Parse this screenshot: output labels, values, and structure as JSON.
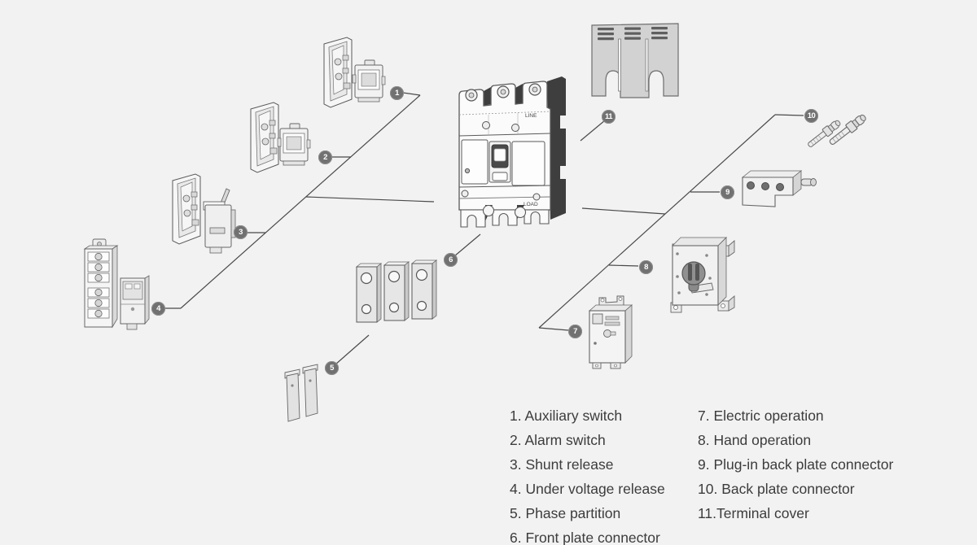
{
  "diagram": {
    "breaker": {
      "line_label": "LINE",
      "load_label": "LOAD"
    }
  },
  "callouts": [
    {
      "number": "1"
    },
    {
      "number": "2"
    },
    {
      "number": "3"
    },
    {
      "number": "4"
    },
    {
      "number": "5"
    },
    {
      "number": "6"
    },
    {
      "number": "7"
    },
    {
      "number": "8"
    },
    {
      "number": "9"
    },
    {
      "number": "10"
    },
    {
      "number": "11"
    }
  ],
  "legend": {
    "column1": [
      "1. Auxiliary switch",
      "2. Alarm switch",
      "3. Shunt release",
      "4. Under voltage release",
      "5. Phase partition",
      "6. Front plate connector"
    ],
    "column2": [
      "7. Electric operation",
      "8. Hand operation",
      "9. Plug-in back plate connector",
      "10. Back plate connector",
      "11.Terminal cover"
    ]
  },
  "colors": {
    "background": "#f2f2f2",
    "leader_line": "#4a4a4a",
    "callout_fill": "#717171",
    "callout_number": "#ffffff",
    "legend_text": "#3c3c3c",
    "outline": "#5a5a5a",
    "dark_face": "#3e3e3e"
  }
}
